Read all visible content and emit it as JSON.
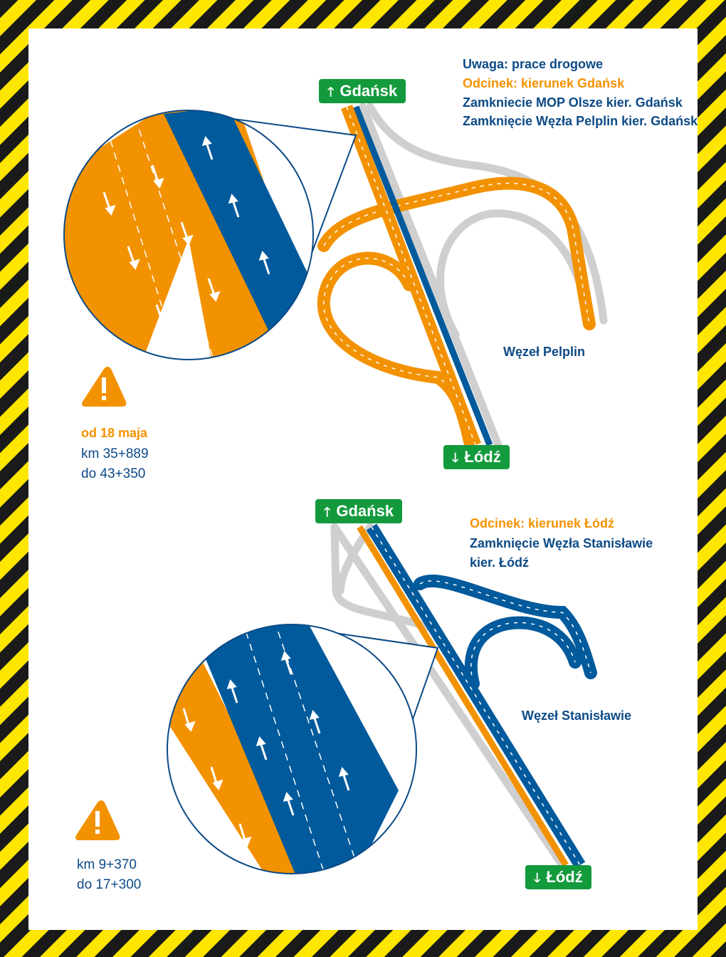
{
  "colors": {
    "orange": "#f39200",
    "blue": "#005a9c",
    "gray": "#cfcfcf",
    "green": "#139a3c",
    "stripe_yellow": "#ffe600",
    "stripe_black": "#1a1a1a",
    "text_blue": "#0c4a86"
  },
  "icons": {
    "up": "up-arrow-icon",
    "down": "down-arrow-icon",
    "warning": "warning-triangle-icon"
  },
  "top": {
    "sign_north": {
      "arrow": "🡑",
      "label": "Gdańsk"
    },
    "sign_south": {
      "arrow": "🡓",
      "label": "Łódź"
    },
    "info_title": "Uwaga: prace drogowe",
    "info_section": "Odcinek: kierunek Gdańsk",
    "info_line1": "Zamkniecie MOP Olsze kier. Gdańsk",
    "info_line2": "Zamknięcie Węzła Pelplin kier. Gdańsk",
    "junction": "Węzeł Pelplin",
    "date": "od 18 maja",
    "km_from": "km 35+889",
    "km_to": "do 43+350"
  },
  "bottom": {
    "sign_north": {
      "arrow": "🡑",
      "label": "Gdańsk"
    },
    "sign_south": {
      "arrow": "🡓",
      "label": "Łódź"
    },
    "info_section": "Odcinek: kierunek Łódź",
    "info_line1": "Zamknięcie Węzła Stanisławie",
    "info_line2": "kier. Łódź",
    "junction": "Węzeł Stanisławie",
    "km_from": "km 9+370",
    "km_to": "do 17+300"
  }
}
